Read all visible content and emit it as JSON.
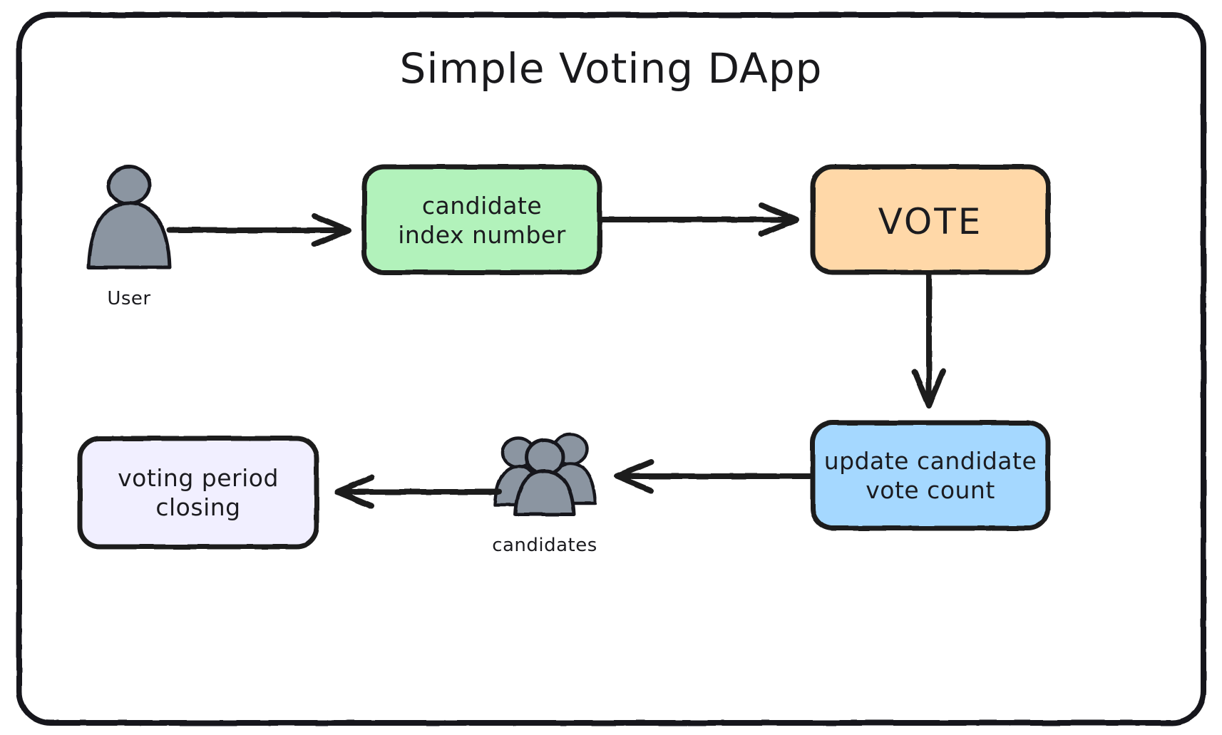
{
  "diagram": {
    "title": "Simple Voting DApp",
    "frame": {
      "border_color": "#18181b",
      "background": "#ffffff"
    },
    "actors": [
      {
        "id": "user",
        "icon": "user-icon",
        "caption": "User",
        "fill": "#8b95a1",
        "stroke": "#18181b"
      },
      {
        "id": "candidates",
        "icon": "users-group-icon",
        "caption": "candidates",
        "fill": "#8b95a1",
        "stroke": "#18181b"
      }
    ],
    "nodes": [
      {
        "id": "candidate-index",
        "label": "candidate\nindex number",
        "line1": "candidate",
        "line2": "index number",
        "fill": "#b2f2bb",
        "stroke": "#1e1e1e"
      },
      {
        "id": "vote",
        "label": "VOTE",
        "line1": "VOTE",
        "line2": "",
        "fill": "#ffd8a8",
        "stroke": "#1e1e1e"
      },
      {
        "id": "update-count",
        "label": "update candidate\nvote count",
        "line1": "update candidate",
        "line2": "vote count",
        "fill": "#a5d8ff",
        "stroke": "#1e1e1e"
      },
      {
        "id": "voting-period-closing",
        "label": "voting period\nclosing",
        "line1": "voting period",
        "line2": "closing",
        "fill": "#f1efff",
        "stroke": "#1e1e1e"
      }
    ],
    "arrows": [
      {
        "id": "user-to-candidate-index",
        "from": "user",
        "to": "candidate-index",
        "direction": "right"
      },
      {
        "id": "candidate-index-to-vote",
        "from": "candidate-index",
        "to": "vote",
        "direction": "right"
      },
      {
        "id": "vote-to-update-count",
        "from": "vote",
        "to": "update-count",
        "direction": "down"
      },
      {
        "id": "update-count-to-candidates",
        "from": "update-count",
        "to": "candidates",
        "direction": "left"
      },
      {
        "id": "candidates-to-voting-period-closing",
        "from": "candidates",
        "to": "voting-period-closing",
        "direction": "left"
      }
    ]
  }
}
